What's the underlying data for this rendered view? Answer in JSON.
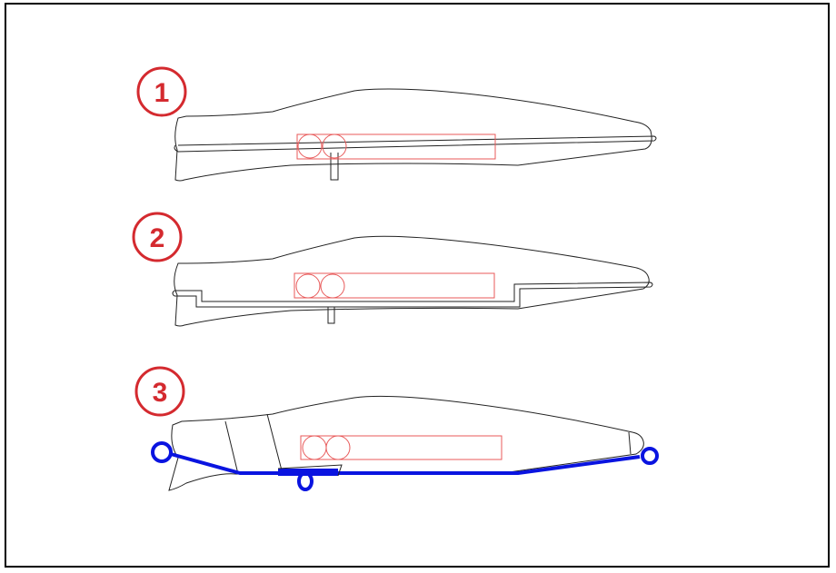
{
  "diagrams": [
    {
      "label": "1",
      "wire": "through-straight"
    },
    {
      "label": "2",
      "wire": "through-bent"
    },
    {
      "label": "3",
      "wire": "with-eyes"
    }
  ],
  "colors": {
    "label_circle": "#d42a2f",
    "label_text": "#d42a2f",
    "outline": "#222222",
    "weight": "#e85a5a",
    "wire_highlight": "#0a14e0",
    "frame": "#000000"
  }
}
